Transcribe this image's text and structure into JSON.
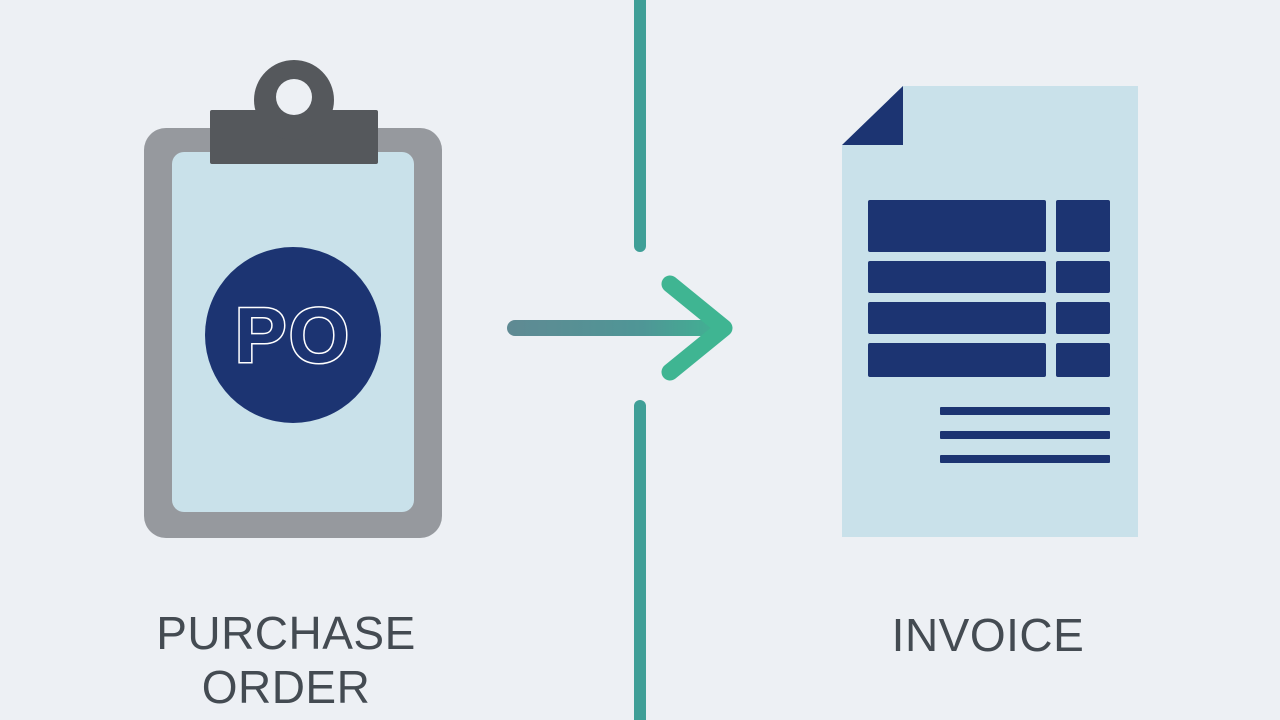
{
  "left_item": {
    "badge_text": "PO",
    "caption_line1": "PURCHASE",
    "caption_line2": "ORDER",
    "icon": "clipboard-icon"
  },
  "right_item": {
    "caption": "INVOICE",
    "icon": "invoice-document-icon"
  },
  "connector": {
    "icon": "arrow-right-icon"
  },
  "colors": {
    "background": "#edf0f4",
    "navy": "#1c3472",
    "light_blue": "#c9e1ea",
    "clipboard_gray": "#96999e",
    "clip_dark": "#55585c",
    "teal_divider": "#3f9f97",
    "arrow_teal": "#3fb592",
    "arrow_shaft": "#5a8c93",
    "caption_text": "#444b52"
  }
}
